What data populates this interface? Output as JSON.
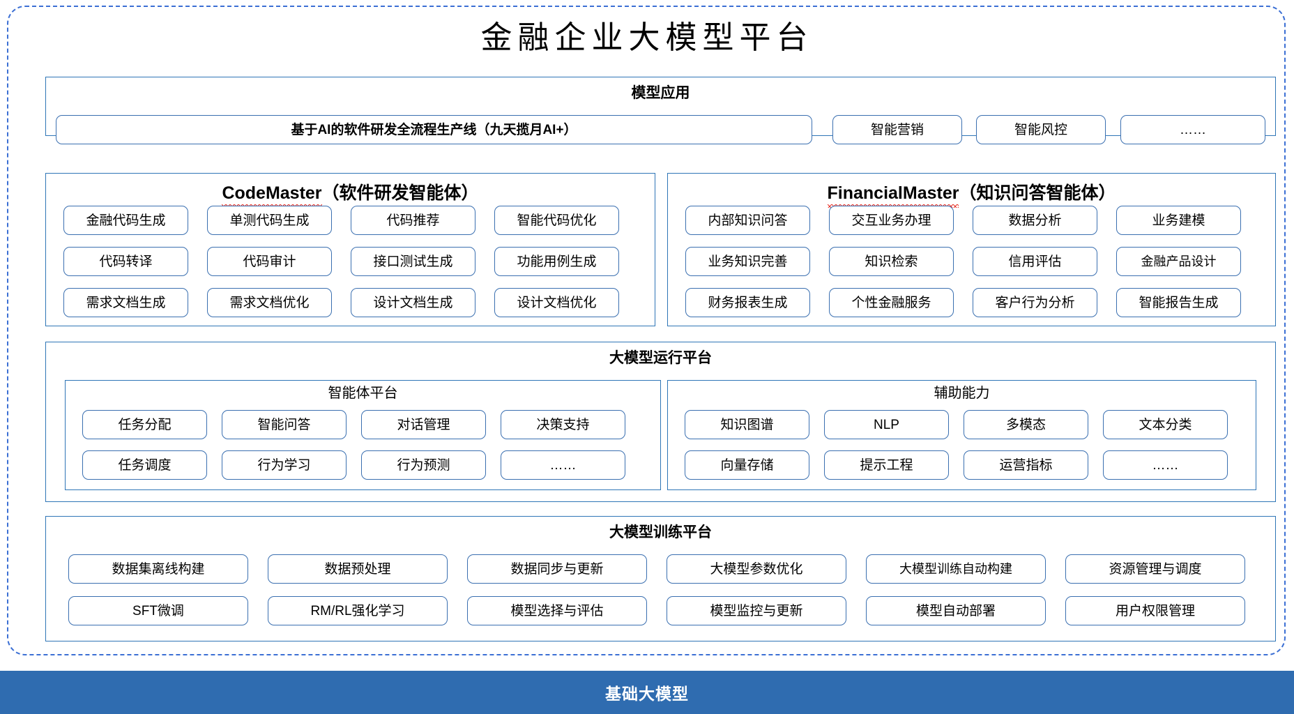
{
  "page": {
    "title": "金融企业大模型平台"
  },
  "model_application": {
    "section_title": "模型应用",
    "primary_item": "基于AI的软件研发全流程生产线（九天揽月AI+）",
    "items": [
      "智能营销",
      "智能风控",
      "……"
    ]
  },
  "agents": {
    "code_master": {
      "name": "CodeMaster",
      "subtitle": "（软件研发智能体）",
      "spellcheck_underline": true,
      "items": [
        "金融代码生成",
        "单测代码生成",
        "代码推荐",
        "智能代码优化",
        "代码转译",
        "代码审计",
        "接口测试生成",
        "功能用例生成",
        "需求文档生成",
        "需求文档优化",
        "设计文档生成",
        "设计文档优化"
      ]
    },
    "financial_master": {
      "name": "FinancialMaster",
      "subtitle": "（知识问答智能体）",
      "spellcheck_underline": true,
      "items": [
        "内部知识问答",
        "交互业务办理",
        "数据分析",
        "业务建模",
        "业务知识完善",
        "知识检索",
        "信用评估",
        "金融产品设计",
        "财务报表生成",
        "个性金融服务",
        "客户行为分析",
        "智能报告生成"
      ]
    }
  },
  "runtime_platform": {
    "section_title": "大模型运行平台",
    "agent_platform": {
      "title": "智能体平台",
      "items": [
        "任务分配",
        "智能问答",
        "对话管理",
        "决策支持",
        "任务调度",
        "行为学习",
        "行为预测",
        "……"
      ]
    },
    "support_capability": {
      "title": "辅助能力",
      "items": [
        "知识图谱",
        "NLP",
        "多模态",
        "文本分类",
        "向量存储",
        "提示工程",
        "运营指标",
        "……"
      ]
    }
  },
  "training_platform": {
    "section_title": "大模型训练平台",
    "items": [
      "数据集离线构建",
      "数据预处理",
      "数据同步与更新",
      "大模型参数优化",
      "大模型训练自动构建",
      "资源管理与调度",
      "SFT微调",
      "RM/RL强化学习",
      "模型选择与评估",
      "模型监控与更新",
      "模型自动部署",
      "用户权限管理"
    ]
  },
  "foundation": {
    "label": "基础大模型"
  },
  "colors": {
    "accent_blue": "#2f6cb0",
    "border_blue": "#2e75b6",
    "pill_border": "#3a6fb0",
    "dashed_frame": "#3b6fd4",
    "spellcheck_red": "#e8352b"
  }
}
